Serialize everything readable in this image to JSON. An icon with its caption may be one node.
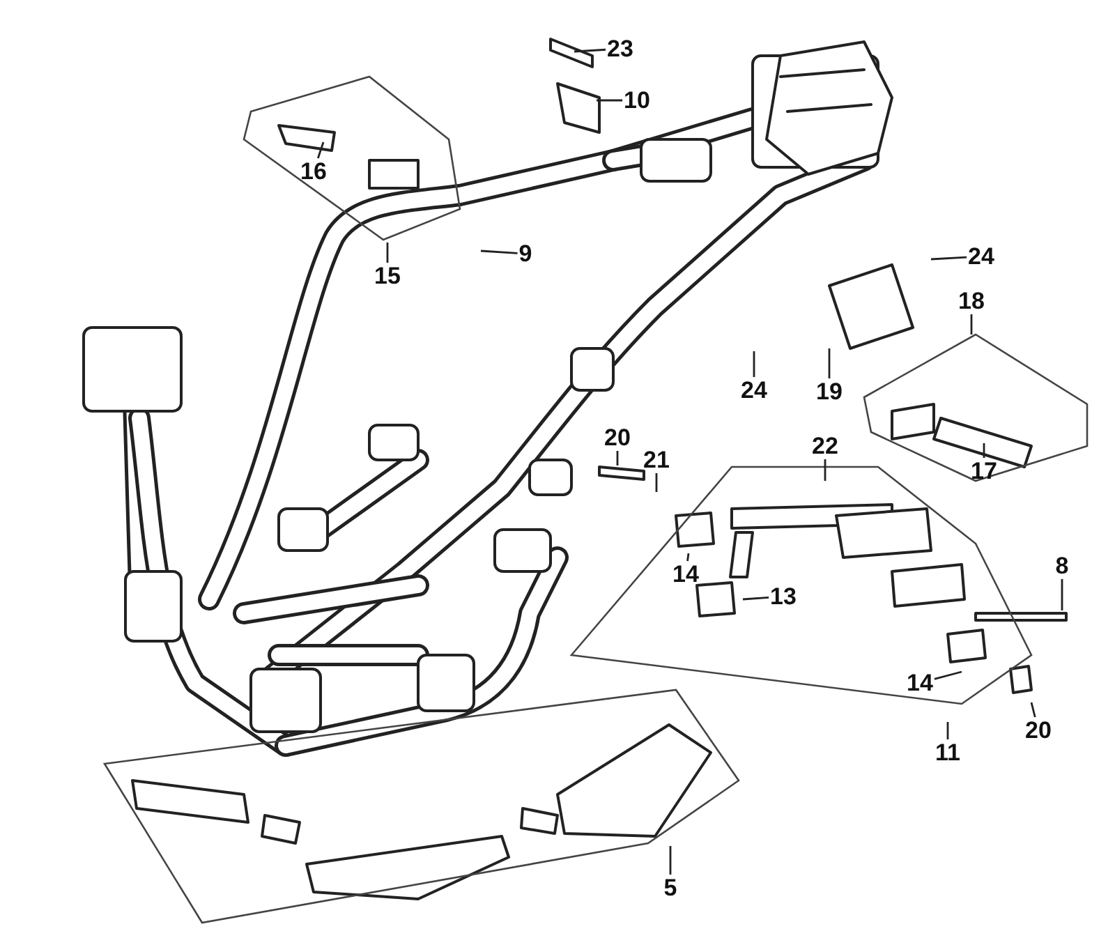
{
  "diagram": {
    "nodes": [
      {
        "text": [
          "23"
        ]
      },
      {
        "text": [
          "10"
        ]
      },
      {
        "text": [
          "16"
        ]
      },
      {
        "text": [
          "15"
        ]
      },
      {
        "text": [
          "9"
        ]
      },
      {
        "text": [
          "24"
        ]
      },
      {
        "text": [
          "24"
        ]
      },
      {
        "text": [
          "19"
        ]
      },
      {
        "text": [
          "18"
        ]
      },
      {
        "text": [
          "20"
        ]
      },
      {
        "text": [
          "21"
        ]
      },
      {
        "text": [
          "22"
        ]
      },
      {
        "text": [
          "17"
        ]
      },
      {
        "text": [
          "14"
        ]
      },
      {
        "text": [
          "13"
        ]
      },
      {
        "text": [
          "8"
        ]
      },
      {
        "text": [
          "14"
        ]
      },
      {
        "text": [
          "20"
        ]
      },
      {
        "text": [
          "11"
        ]
      },
      {
        "text": [
          "5"
        ]
      }
    ],
    "edges": [
      {
        "from": 0,
        "to": null,
        "arrow": "none"
      },
      {
        "from": 1,
        "to": null,
        "arrow": "none"
      },
      {
        "from": 2,
        "to": null,
        "arrow": "none"
      },
      {
        "from": 3,
        "to": null,
        "arrow": "none"
      },
      {
        "from": 4,
        "to": null,
        "arrow": "none"
      },
      {
        "from": 5,
        "to": null,
        "arrow": "none"
      },
      {
        "from": 6,
        "to": null,
        "arrow": "none"
      },
      {
        "from": 7,
        "to": null,
        "arrow": "none"
      },
      {
        "from": 8,
        "to": null,
        "arrow": "none"
      },
      {
        "from": 9,
        "to": null,
        "arrow": "none"
      },
      {
        "from": 10,
        "to": null,
        "arrow": "none"
      },
      {
        "from": 11,
        "to": null,
        "arrow": "none"
      },
      {
        "from": 12,
        "to": null,
        "arrow": "none"
      },
      {
        "from": 13,
        "to": null,
        "arrow": "none"
      },
      {
        "from": 14,
        "to": null,
        "arrow": "none"
      },
      {
        "from": 15,
        "to": null,
        "arrow": "none"
      },
      {
        "from": 16,
        "to": null,
        "arrow": "none"
      },
      {
        "from": 17,
        "to": null,
        "arrow": "none"
      },
      {
        "from": 18,
        "to": null,
        "arrow": "none"
      },
      {
        "from": 19,
        "to": null,
        "arrow": "none"
      }
    ]
  }
}
